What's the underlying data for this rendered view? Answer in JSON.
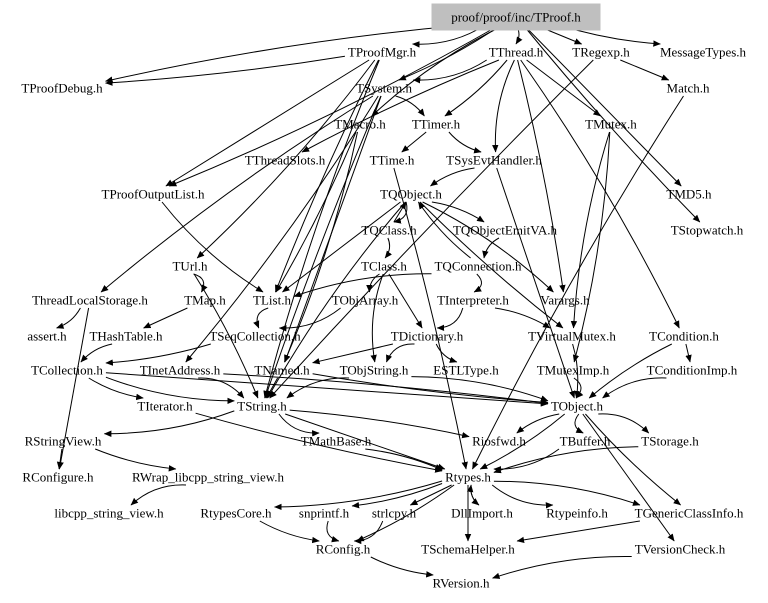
{
  "graph": {
    "root": "proof/proof/inc/TProof.h",
    "nodes": [
      {
        "id": "TProof",
        "label": "proof/proof/inc/TProof.h",
        "root": true
      },
      {
        "id": "TProofMgr",
        "label": "TProofMgr.h"
      },
      {
        "id": "TThread",
        "label": "TThread.h"
      },
      {
        "id": "TRegexp",
        "label": "TRegexp.h"
      },
      {
        "id": "MessageTypes",
        "label": "MessageTypes.h"
      },
      {
        "id": "TProofDebug",
        "label": "TProofDebug.h"
      },
      {
        "id": "TSystem",
        "label": "TSystem.h"
      },
      {
        "id": "Match",
        "label": "Match.h"
      },
      {
        "id": "TMacro",
        "label": "TMacro.h"
      },
      {
        "id": "TTimer",
        "label": "TTimer.h"
      },
      {
        "id": "TMutex",
        "label": "TMutex.h"
      },
      {
        "id": "TThreadSlots",
        "label": "TThreadSlots.h"
      },
      {
        "id": "TTime",
        "label": "TTime.h"
      },
      {
        "id": "TSysEvtHandler",
        "label": "TSysEvtHandler.h"
      },
      {
        "id": "TProofOutputList",
        "label": "TProofOutputList.h"
      },
      {
        "id": "TQObject",
        "label": "TQObject.h"
      },
      {
        "id": "TMD5",
        "label": "TMD5.h"
      },
      {
        "id": "TQClass",
        "label": "TQClass.h"
      },
      {
        "id": "TQObjectEmitVA",
        "label": "TQObjectEmitVA.h"
      },
      {
        "id": "TStopwatch",
        "label": "TStopwatch.h"
      },
      {
        "id": "TUrl",
        "label": "TUrl.h"
      },
      {
        "id": "TClass",
        "label": "TClass.h"
      },
      {
        "id": "TQConnection",
        "label": "TQConnection.h"
      },
      {
        "id": "ThreadLocalStorage",
        "label": "ThreadLocalStorage.h"
      },
      {
        "id": "TMap",
        "label": "TMap.h"
      },
      {
        "id": "TList",
        "label": "TList.h"
      },
      {
        "id": "TObjArray",
        "label": "TObjArray.h"
      },
      {
        "id": "TInterpreter",
        "label": "TInterpreter.h"
      },
      {
        "id": "Varargs",
        "label": "Varargs.h"
      },
      {
        "id": "assert",
        "label": "assert.h"
      },
      {
        "id": "THashTable",
        "label": "THashTable.h"
      },
      {
        "id": "TSeqCollection",
        "label": "TSeqCollection.h"
      },
      {
        "id": "TDictionary",
        "label": "TDictionary.h"
      },
      {
        "id": "TVirtualMutex",
        "label": "TVirtualMutex.h"
      },
      {
        "id": "TCondition",
        "label": "TCondition.h"
      },
      {
        "id": "TCollection",
        "label": "TCollection.h"
      },
      {
        "id": "TInetAddress",
        "label": "TInetAddress.h"
      },
      {
        "id": "TNamed",
        "label": "TNamed.h"
      },
      {
        "id": "TObjString",
        "label": "TObjString.h"
      },
      {
        "id": "ESTLType",
        "label": "ESTLType.h"
      },
      {
        "id": "TMutexImp",
        "label": "TMutexImp.h"
      },
      {
        "id": "TConditionImp",
        "label": "TConditionImp.h"
      },
      {
        "id": "TIterator",
        "label": "TIterator.h"
      },
      {
        "id": "TString",
        "label": "TString.h"
      },
      {
        "id": "TObject",
        "label": "TObject.h"
      },
      {
        "id": "RStringView",
        "label": "RStringView.h"
      },
      {
        "id": "TMathBase",
        "label": "TMathBase.h"
      },
      {
        "id": "Riosfwd",
        "label": "Riosfwd.h"
      },
      {
        "id": "TBuffer",
        "label": "TBuffer.h"
      },
      {
        "id": "TStorage",
        "label": "TStorage.h"
      },
      {
        "id": "RConfigure",
        "label": "RConfigure.h"
      },
      {
        "id": "RWrap",
        "label": "RWrap_libcpp_string_view.h"
      },
      {
        "id": "Rtypes",
        "label": "Rtypes.h"
      },
      {
        "id": "libcpp",
        "label": "libcpp_string_view.h"
      },
      {
        "id": "RtypesCore",
        "label": "RtypesCore.h"
      },
      {
        "id": "snprintf",
        "label": "snprintf.h"
      },
      {
        "id": "strlcpy",
        "label": "strlcpy.h"
      },
      {
        "id": "DllImport",
        "label": "DllImport.h"
      },
      {
        "id": "Rtypeinfo",
        "label": "Rtypeinfo.h"
      },
      {
        "id": "TGenericClassInfo",
        "label": "TGenericClassInfo.h"
      },
      {
        "id": "RConfig",
        "label": "RConfig.h"
      },
      {
        "id": "TSchemaHelper",
        "label": "TSchemaHelper.h"
      },
      {
        "id": "TVersionCheck",
        "label": "TVersionCheck.h"
      },
      {
        "id": "RVersion",
        "label": "RVersion.h"
      }
    ],
    "edges": [
      [
        "TProof",
        "TProofMgr"
      ],
      [
        "TProof",
        "TThread"
      ],
      [
        "TProof",
        "TRegexp"
      ],
      [
        "TProof",
        "MessageTypes"
      ],
      [
        "TProof",
        "TProofDebug"
      ],
      [
        "TProof",
        "TProofOutputList"
      ],
      [
        "TProof",
        "TSystem"
      ],
      [
        "TProof",
        "TMD5"
      ],
      [
        "TProof",
        "TStopwatch"
      ],
      [
        "TProof",
        "TMacro"
      ],
      [
        "TProofMgr",
        "TUrl"
      ],
      [
        "TProofMgr",
        "TProofDebug"
      ],
      [
        "TProofMgr",
        "TProofOutputList"
      ],
      [
        "TProofMgr",
        "TList"
      ],
      [
        "TProofMgr",
        "TString"
      ],
      [
        "TThread",
        "TSystem"
      ],
      [
        "TThread",
        "TTimer"
      ],
      [
        "TThread",
        "TMutex"
      ],
      [
        "TThread",
        "TThreadSlots"
      ],
      [
        "TThread",
        "TSysEvtHandler"
      ],
      [
        "TThread",
        "TCondition"
      ],
      [
        "TThread",
        "Varargs"
      ],
      [
        "TRegexp",
        "Match"
      ],
      [
        "TRegexp",
        "TString"
      ],
      [
        "Match",
        "Rtypes"
      ],
      [
        "TSystem",
        "TInetAddress"
      ],
      [
        "TSystem",
        "TTimer"
      ],
      [
        "TSystem",
        "TNamed"
      ],
      [
        "TSystem",
        "TString"
      ],
      [
        "TSystem",
        "ThreadLocalStorage"
      ],
      [
        "TMacro",
        "TNamed"
      ],
      [
        "TMacro",
        "TList"
      ],
      [
        "TTimer",
        "TTime"
      ],
      [
        "TTimer",
        "TSysEvtHandler"
      ],
      [
        "TMutex",
        "TVirtualMutex"
      ],
      [
        "TMutex",
        "TMutexImp"
      ],
      [
        "TTime",
        "Rtypes"
      ],
      [
        "TSysEvtHandler",
        "TObject"
      ],
      [
        "TSysEvtHandler",
        "TQObject"
      ],
      [
        "TProofOutputList",
        "TList"
      ],
      [
        "TQObject",
        "TQClass"
      ],
      [
        "TQObject",
        "TQObjectEmitVA"
      ],
      [
        "TQObject",
        "TList"
      ],
      [
        "TQObject",
        "TVirtualMutex"
      ],
      [
        "TQObject",
        "TString"
      ],
      [
        "TQObject",
        "Varargs"
      ],
      [
        "TQClass",
        "TClass"
      ],
      [
        "TQClass",
        "TQObject"
      ],
      [
        "TQObjectEmitVA",
        "TQConnection"
      ],
      [
        "TQConnection",
        "TList"
      ],
      [
        "TQConnection",
        "TInterpreter"
      ],
      [
        "TQConnection",
        "TQObject"
      ],
      [
        "TClass",
        "TDictionary"
      ],
      [
        "TClass",
        "TObjArray"
      ],
      [
        "TClass",
        "TObjString"
      ],
      [
        "TInterpreter",
        "TDictionary"
      ],
      [
        "TInterpreter",
        "TVirtualMutex"
      ],
      [
        "TDictionary",
        "TNamed"
      ],
      [
        "TDictionary",
        "ESTLType"
      ],
      [
        "TDictionary",
        "TObjString"
      ],
      [
        "TUrl",
        "TMap"
      ],
      [
        "TUrl",
        "TString"
      ],
      [
        "TMap",
        "THashTable"
      ],
      [
        "THashTable",
        "TCollection"
      ],
      [
        "TList",
        "TSeqCollection"
      ],
      [
        "TObjArray",
        "TSeqCollection"
      ],
      [
        "TSeqCollection",
        "TCollection"
      ],
      [
        "TCollection",
        "TObject"
      ],
      [
        "TCollection",
        "TIterator"
      ],
      [
        "TCollection",
        "TString"
      ],
      [
        "TInetAddress",
        "TString"
      ],
      [
        "TInetAddress",
        "TObject"
      ],
      [
        "TNamed",
        "TString"
      ],
      [
        "TNamed",
        "TObject"
      ],
      [
        "TObjString",
        "TString"
      ],
      [
        "TObjString",
        "TObject"
      ],
      [
        "TVirtualMutex",
        "TObject"
      ],
      [
        "TCondition",
        "TConditionImp"
      ],
      [
        "TCondition",
        "TObject"
      ],
      [
        "TConditionImp",
        "TObject"
      ],
      [
        "TMutexImp",
        "TObject"
      ],
      [
        "ThreadLocalStorage",
        "assert"
      ],
      [
        "ThreadLocalStorage",
        "RConfigure"
      ],
      [
        "TIterator",
        "Rtypes"
      ],
      [
        "TString",
        "TMathBase"
      ],
      [
        "TString",
        "RStringView"
      ],
      [
        "TString",
        "Riosfwd"
      ],
      [
        "TString",
        "Rtypes"
      ],
      [
        "TObject",
        "Riosfwd"
      ],
      [
        "TObject",
        "TBuffer"
      ],
      [
        "TObject",
        "TStorage"
      ],
      [
        "TObject",
        "Rtypes"
      ],
      [
        "TObject",
        "TVersionCheck"
      ],
      [
        "TObject",
        "TGenericClassInfo"
      ],
      [
        "TStorage",
        "Rtypes"
      ],
      [
        "TBuffer",
        "Rtypes"
      ],
      [
        "TMathBase",
        "Rtypes"
      ],
      [
        "RStringView",
        "RConfigure"
      ],
      [
        "RStringView",
        "RWrap"
      ],
      [
        "RWrap",
        "libcpp"
      ],
      [
        "Rtypes",
        "RtypesCore"
      ],
      [
        "Rtypes",
        "snprintf"
      ],
      [
        "Rtypes",
        "strlcpy"
      ],
      [
        "Rtypes",
        "DllImport"
      ],
      [
        "Rtypes",
        "Rtypeinfo"
      ],
      [
        "Rtypes",
        "TGenericClassInfo"
      ],
      [
        "Rtypes",
        "RConfig"
      ],
      [
        "Rtypes",
        "TSchemaHelper"
      ],
      [
        "RtypesCore",
        "RConfig"
      ],
      [
        "snprintf",
        "RConfig"
      ],
      [
        "strlcpy",
        "RConfig"
      ],
      [
        "DllImport",
        "Rtypes"
      ],
      [
        "TGenericClassInfo",
        "TSchemaHelper"
      ],
      [
        "RConfig",
        "RVersion"
      ],
      [
        "TVersionCheck",
        "RVersion"
      ]
    ]
  }
}
